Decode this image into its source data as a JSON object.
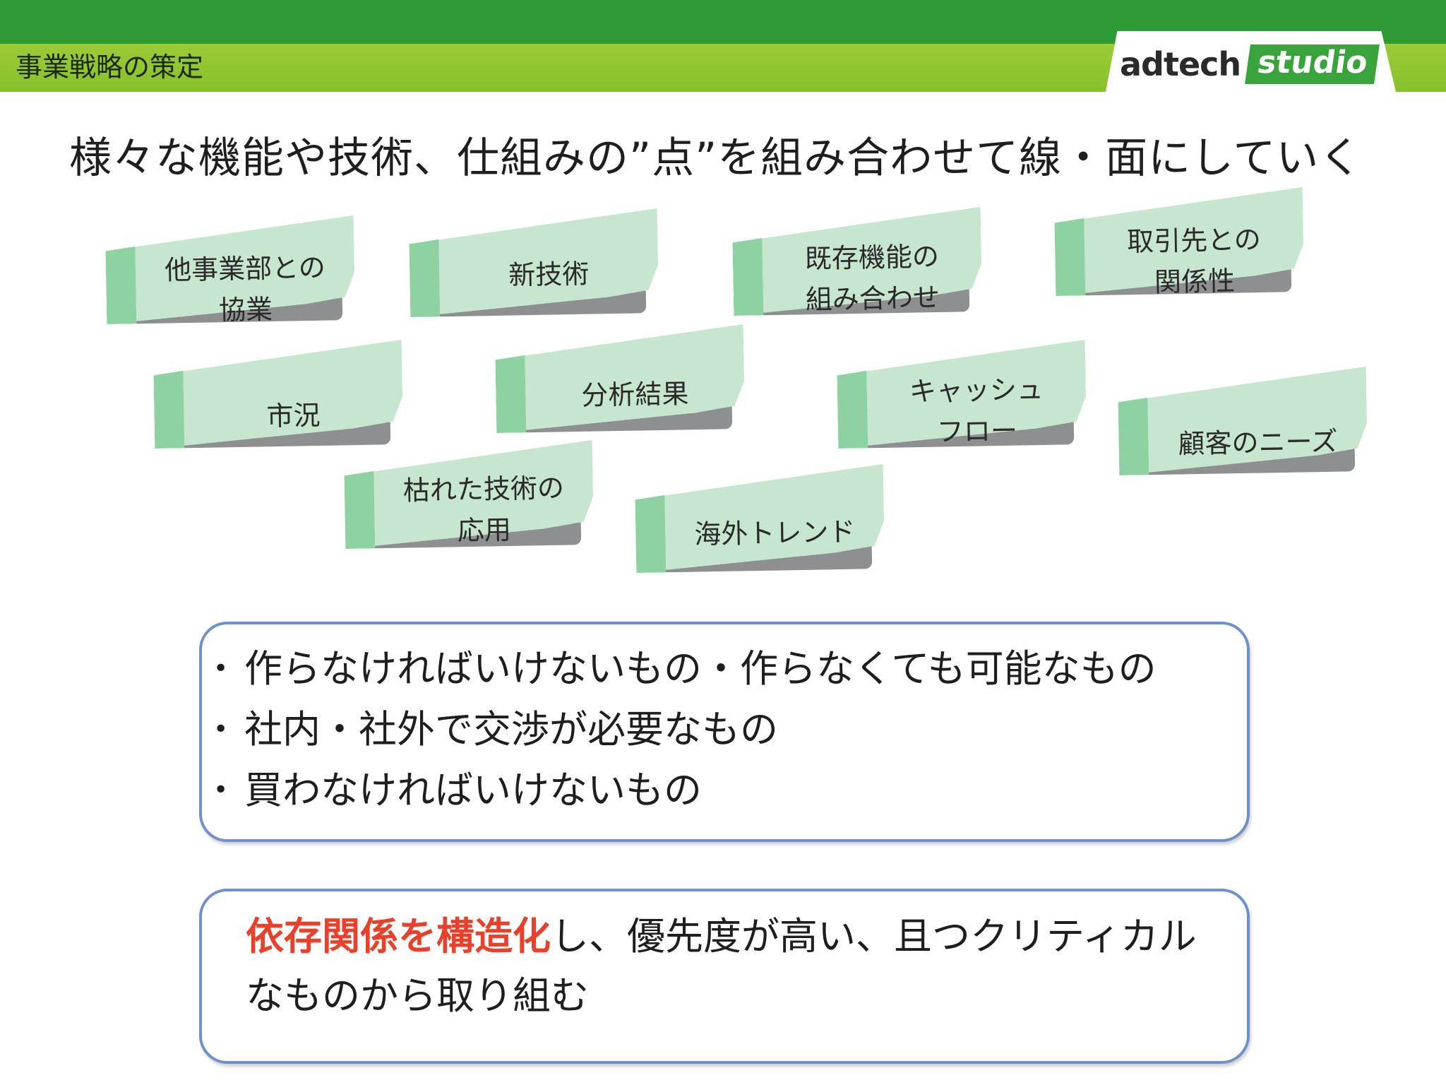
{
  "header": {
    "section_title": "事業戦略の策定",
    "logo": {
      "part1": "adtech",
      "part2": "studio"
    }
  },
  "heading": "様々な機能や技術、仕組みの”点”を組み合わせて線・面にしていく",
  "notes": [
    "他事業部との\n協業",
    "新技術",
    "既存機能の\n組み合わせ",
    "取引先との\n関係性",
    "市況",
    "分析結果",
    "キャッシュ\nフロー",
    "顧客のニーズ",
    "枯れた技術の\n応用",
    "海外トレンド"
  ],
  "box1": {
    "bullet": "•",
    "items": [
      "作らなければいけないもの・作らなくても可能なもの",
      "社内・社外で交渉が必要なもの",
      "買わなければいけないもの"
    ]
  },
  "box2": {
    "highlight": "依存関係を構造化",
    "rest": "し、優先度が高い、且つクリティカルなものから取り組む"
  },
  "colors": {
    "header_dark": "#2e9a36",
    "header_light": "#8ec531",
    "note": "#c6e6cf",
    "note_stripe": "#8fd2a2",
    "box_border": "#6f90c8",
    "highlight": "#e8402a"
  }
}
